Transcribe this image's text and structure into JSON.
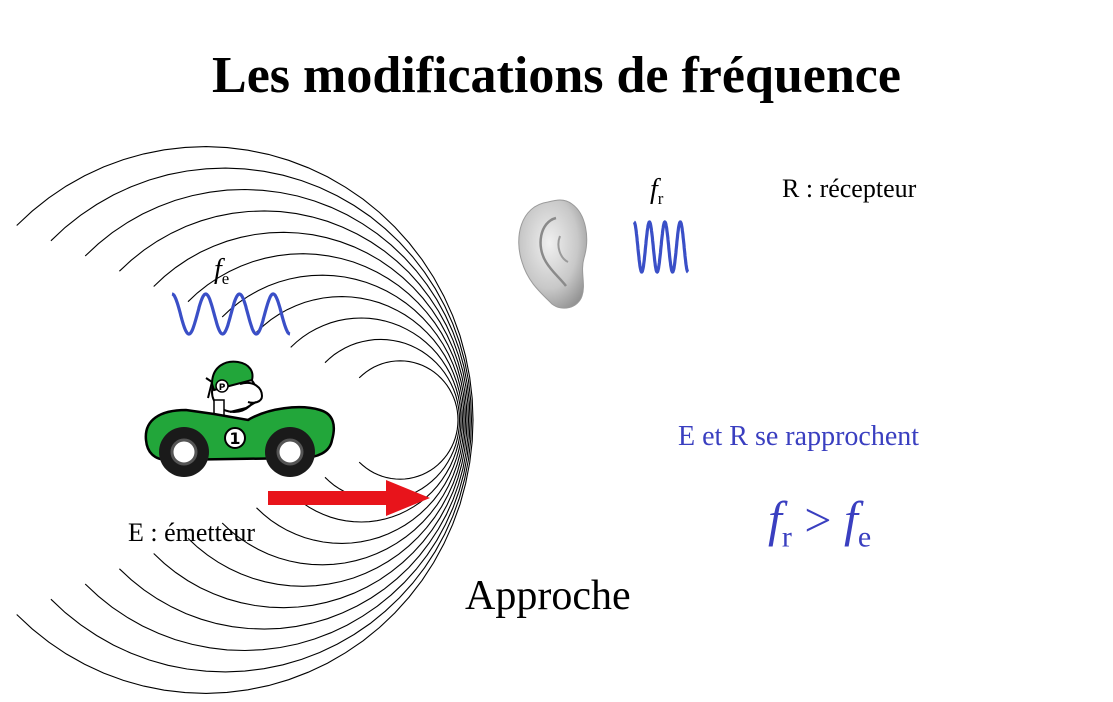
{
  "title": "Les modifications de fréquence",
  "emitter": {
    "label": "E : émetteur",
    "freq_symbol": "f",
    "freq_sub": "e"
  },
  "receiver": {
    "label": "R : récepteur",
    "freq_symbol": "f",
    "freq_sub": "r"
  },
  "approach_text": "E et R se rapprochent",
  "relation": {
    "left_symbol": "f",
    "left_sub": "r",
    "operator": ">",
    "right_symbol": "f",
    "right_sub": "e"
  },
  "caption": "Approche",
  "car_number": "1",
  "helmet_letter": "P",
  "colors": {
    "wave": "#3a4fc7",
    "approach_text": "#3a3fc0",
    "arrow": "#e8141b",
    "car": "#22a63a"
  }
}
